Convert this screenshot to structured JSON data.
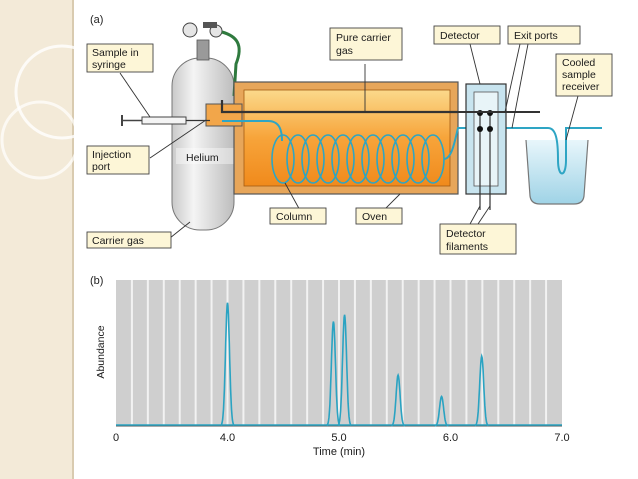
{
  "panel_a": {
    "tag": "(a)",
    "labels": {
      "sample_in_syringe_1": "Sample in",
      "sample_in_syringe_2": "syringe",
      "injection_port_1": "Injection",
      "injection_port_2": "port",
      "helium": "Helium",
      "carrier_gas": "Carrier gas",
      "pure_carrier_gas_1": "Pure carrier",
      "pure_carrier_gas_2": "gas",
      "column": "Column",
      "oven": "Oven",
      "detector": "Detector",
      "exit_ports": "Exit ports",
      "cooled_sample_receiver_1": "Cooled",
      "cooled_sample_receiver_2": "sample",
      "cooled_sample_receiver_3": "receiver",
      "detector_filaments_1": "Detector",
      "detector_filaments_2": "filaments"
    },
    "colors": {
      "tank": "#e4e4e4",
      "oven_outer": "#f4ac4c",
      "oven_inner": "#f79a25",
      "column": "#2ea5c4",
      "label_box": "#fdf6d7",
      "detector_box": "#bfe0ee"
    }
  },
  "panel_b": {
    "tag": "(b)",
    "chart_data": {
      "type": "line",
      "xlabel": "Time (min)",
      "ylabel": "Abundance",
      "xlim": [
        3.0,
        7.0
      ],
      "ylim": [
        0,
        1.0
      ],
      "tick_labels": [
        "0",
        "4.0",
        "5.0",
        "6.0",
        "7.0"
      ],
      "tick_values": [
        3.0,
        4.0,
        5.0,
        6.0,
        7.0
      ],
      "grid": true,
      "series": [
        {
          "peaks": [
            {
              "x": 4.0,
              "height": 0.92
            },
            {
              "x": 4.95,
              "height": 0.78
            },
            {
              "x": 5.05,
              "height": 0.83
            },
            {
              "x": 5.53,
              "height": 0.38
            },
            {
              "x": 5.92,
              "height": 0.22
            },
            {
              "x": 6.28,
              "height": 0.52
            }
          ]
        }
      ],
      "colors": {
        "line": "#2aa3c2",
        "background": "#cfcfcf",
        "grid": "#f2f2f2"
      }
    }
  }
}
